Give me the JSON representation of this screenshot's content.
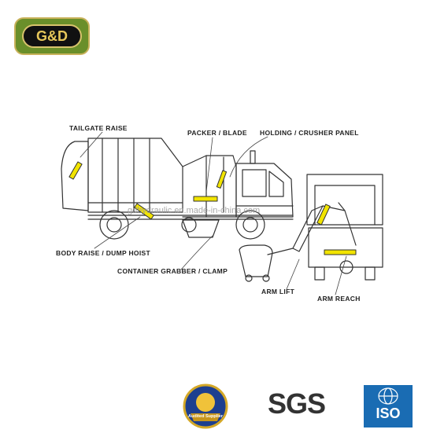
{
  "logo": {
    "text": "G&D"
  },
  "labels": {
    "tailgate_raise": "TAILGATE RAISE",
    "packer_blade": "PACKER / BLADE",
    "holding_crusher_panel": "HOLDING / CRUSHER PANEL",
    "body_raise_dump_hoist": "BODY RAISE / DUMP HOIST",
    "container_grabber_clamp": "CONTAINER GRABBER / CLAMP",
    "arm_lift": "ARM LIFT",
    "arm_reach": "ARM REACH"
  },
  "watermark": "gdhydraulic.en.made-in-china.com",
  "certifications": {
    "audited_supplier": "Audited Supplier",
    "sgs": "SGS",
    "iso": "ISO"
  },
  "colors": {
    "cylinder": "#f2e400",
    "line": "#333333",
    "logo_green": "#6a8f2a",
    "iso_blue": "#1a6cb3"
  }
}
